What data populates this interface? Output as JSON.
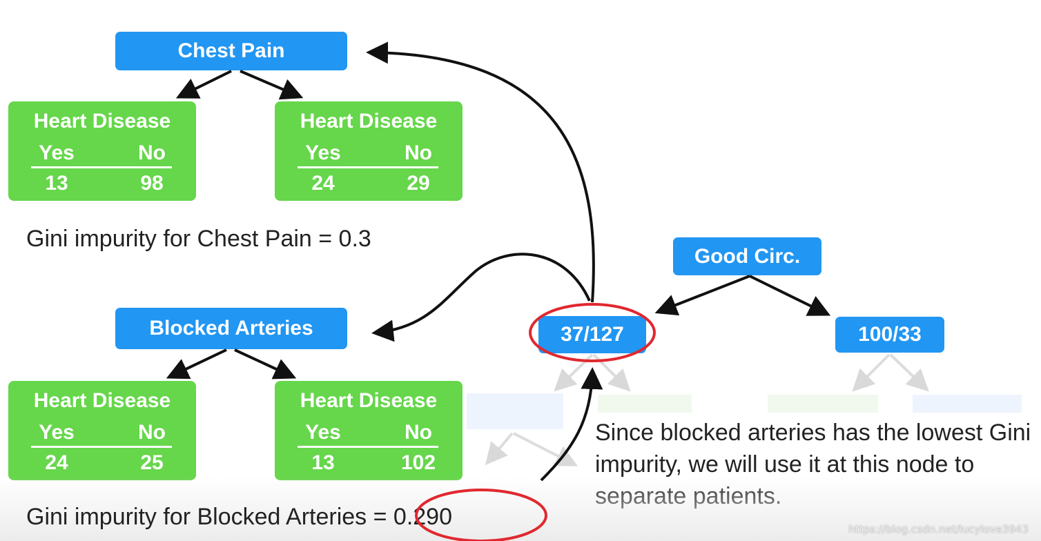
{
  "colors": {
    "node_blue": "#2196F3",
    "leaf_green": "#66D64B",
    "highlight_red": "#E0282E",
    "arrow_black": "#111111"
  },
  "chest_pain": {
    "label": "Chest Pain",
    "left_leaf": {
      "title": "Heart Disease",
      "yes_label": "Yes",
      "no_label": "No",
      "yes_value": "13",
      "no_value": "98"
    },
    "right_leaf": {
      "title": "Heart Disease",
      "yes_label": "Yes",
      "no_label": "No",
      "yes_value": "24",
      "no_value": "29"
    },
    "gini_caption": "Gini impurity for Chest Pain = 0.3"
  },
  "blocked_arteries": {
    "label": "Blocked Arteries",
    "left_leaf": {
      "title": "Heart Disease",
      "yes_label": "Yes",
      "no_label": "No",
      "yes_value": "24",
      "no_value": "25"
    },
    "right_leaf": {
      "title": "Heart Disease",
      "yes_label": "Yes",
      "no_label": "No",
      "yes_value": "13",
      "no_value": "102"
    },
    "gini_caption": "Gini impurity for Blocked Arteries = 0.290"
  },
  "good_circ": {
    "label": "Good Circ.",
    "left_child": "37/127",
    "right_child": "100/33"
  },
  "note": "Since blocked arteries has the lowest Gini impurity, we will use it at this node to separate patients.",
  "watermark": "https://blog.csdn.net/lucylove3943"
}
